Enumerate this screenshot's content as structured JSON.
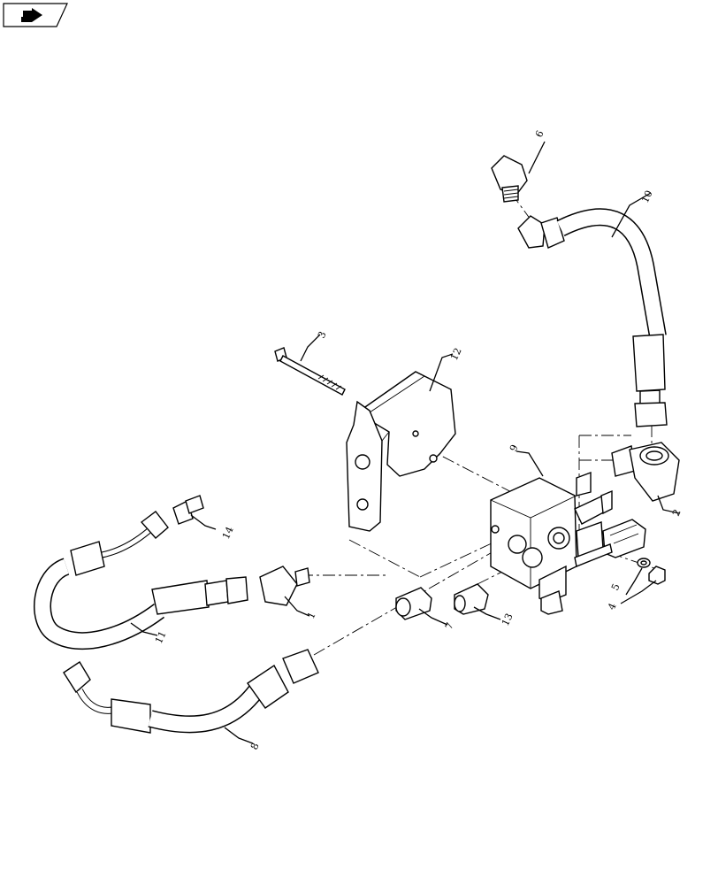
{
  "icon": {
    "name": "navigation-arrow-icon"
  },
  "callouts": [
    {
      "id": "c1",
      "text": "1"
    },
    {
      "id": "c2",
      "text": "2"
    },
    {
      "id": "c3",
      "text": "3"
    },
    {
      "id": "c4",
      "text": "4"
    },
    {
      "id": "c5",
      "text": "5"
    },
    {
      "id": "c6",
      "text": "6"
    },
    {
      "id": "c7",
      "text": "7"
    },
    {
      "id": "c8",
      "text": "8"
    },
    {
      "id": "c9",
      "text": "9"
    },
    {
      "id": "c10",
      "text": "10"
    },
    {
      "id": "c11",
      "text": "11"
    },
    {
      "id": "c12",
      "text": "12"
    },
    {
      "id": "c13",
      "text": "13"
    },
    {
      "id": "c14",
      "text": "14"
    }
  ]
}
